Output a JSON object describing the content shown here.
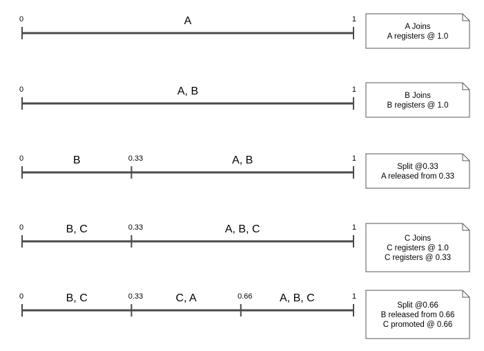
{
  "rows": [
    {
      "ticks": [
        {
          "value": 0,
          "label": "0"
        },
        {
          "value": 1,
          "label": "1"
        }
      ],
      "segments": [
        {
          "from": 0,
          "to": 1,
          "label": "A"
        }
      ],
      "note": [
        "A Joins",
        "A registers @ 1.0"
      ]
    },
    {
      "ticks": [
        {
          "value": 0,
          "label": "0"
        },
        {
          "value": 1,
          "label": "1"
        }
      ],
      "segments": [
        {
          "from": 0,
          "to": 1,
          "label": "A, B"
        }
      ],
      "note": [
        "B Joins",
        "B registers @ 1.0"
      ]
    },
    {
      "ticks": [
        {
          "value": 0,
          "label": "0"
        },
        {
          "value": 0.33,
          "label": "0.33"
        },
        {
          "value": 1,
          "label": "1"
        }
      ],
      "segments": [
        {
          "from": 0,
          "to": 0.33,
          "label": "B"
        },
        {
          "from": 0.33,
          "to": 1,
          "label": "A, B"
        }
      ],
      "note": [
        "Split @0.33",
        "A released from 0.33"
      ]
    },
    {
      "ticks": [
        {
          "value": 0,
          "label": "0"
        },
        {
          "value": 0.33,
          "label": "0.33"
        },
        {
          "value": 1,
          "label": "1"
        }
      ],
      "segments": [
        {
          "from": 0,
          "to": 0.33,
          "label": "B, C"
        },
        {
          "from": 0.33,
          "to": 1,
          "label": "A, B, C"
        }
      ],
      "note": [
        "C Joins",
        "C registers @ 1.0",
        "C registers @ 0.33"
      ]
    },
    {
      "ticks": [
        {
          "value": 0,
          "label": "0"
        },
        {
          "value": 0.33,
          "label": "0.33"
        },
        {
          "value": 0.66,
          "label": "0.66"
        },
        {
          "value": 1,
          "label": "1"
        }
      ],
      "segments": [
        {
          "from": 0,
          "to": 0.33,
          "label": "B, C"
        },
        {
          "from": 0.33,
          "to": 0.66,
          "label": "C, A"
        },
        {
          "from": 0.66,
          "to": 1,
          "label": "A, B, C"
        }
      ],
      "note": [
        "Split @0.66",
        "B released from 0.66",
        "C promoted @ 0.66"
      ]
    }
  ]
}
